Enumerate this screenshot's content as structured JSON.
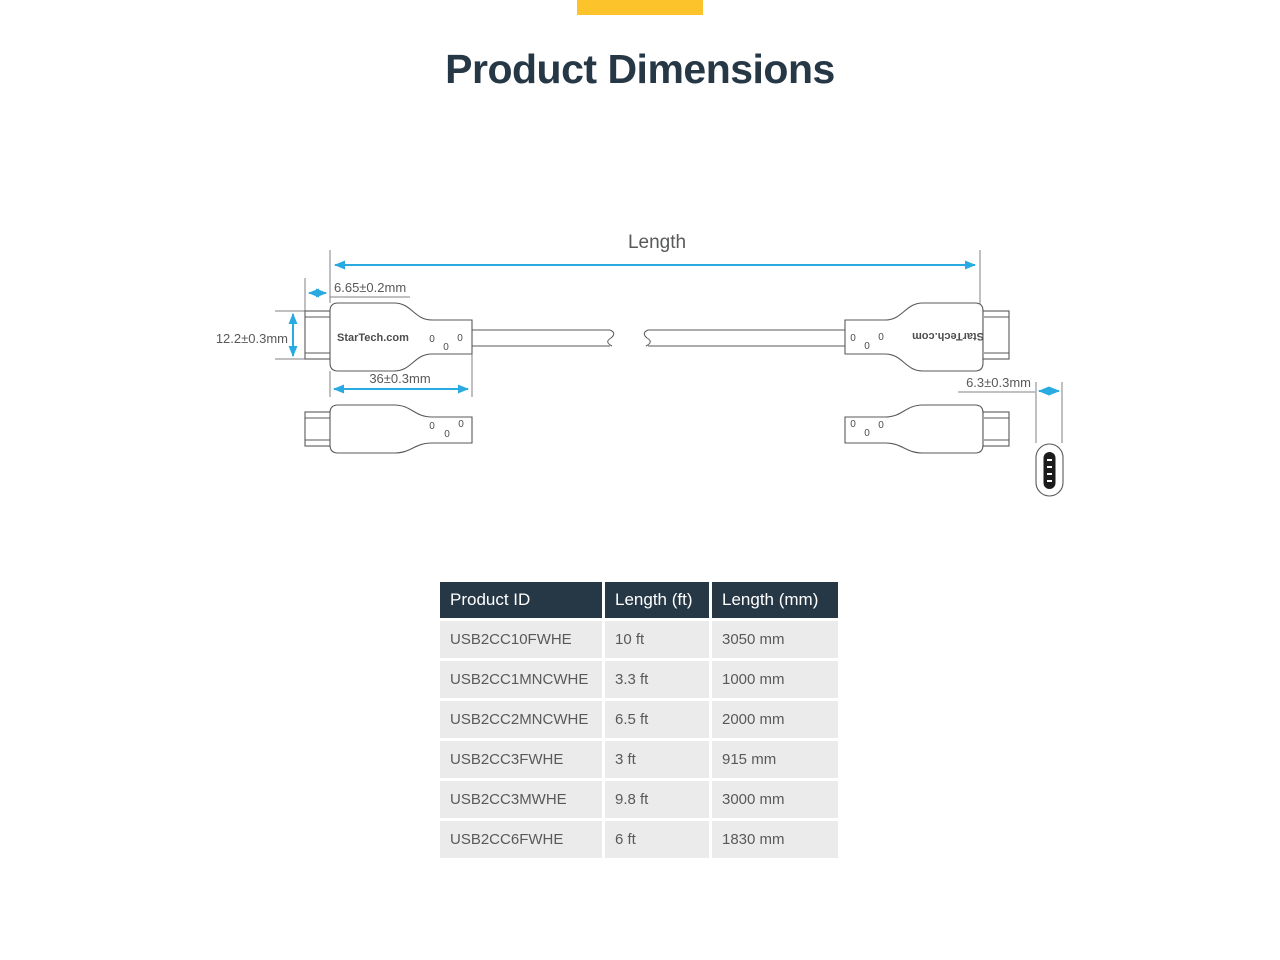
{
  "page": {
    "title": "Product Dimensions",
    "accent_color": "#fdc32b",
    "title_color": "#263746"
  },
  "diagram": {
    "length_label": "Length",
    "dim_tip_length": "6.65±0.2mm",
    "dim_connector_width": "12.2±0.3mm",
    "dim_housing_length": "36±0.3mm",
    "dim_connector_thickness": "6.3±0.3mm",
    "brand": "StarTech.com",
    "mold_mark": "0",
    "arrow_color": "#29abe2",
    "line_color": "#58595b"
  },
  "table": {
    "header_bg": "#263746",
    "row_bg": "#ebebeb",
    "headers": [
      "Product ID",
      "Length (ft)",
      "Length (mm)"
    ],
    "rows": [
      [
        "USB2CC10FWHE",
        "10 ft",
        "3050 mm"
      ],
      [
        "USB2CC1MNCWHE",
        "3.3 ft",
        "1000 mm"
      ],
      [
        "USB2CC2MNCWHE",
        "6.5 ft",
        "2000 mm"
      ],
      [
        "USB2CC3FWHE",
        "3 ft",
        "915 mm"
      ],
      [
        "USB2CC3MWHE",
        "9.8 ft",
        "3000 mm"
      ],
      [
        "USB2CC6FWHE",
        "6 ft",
        "1830 mm"
      ]
    ]
  }
}
